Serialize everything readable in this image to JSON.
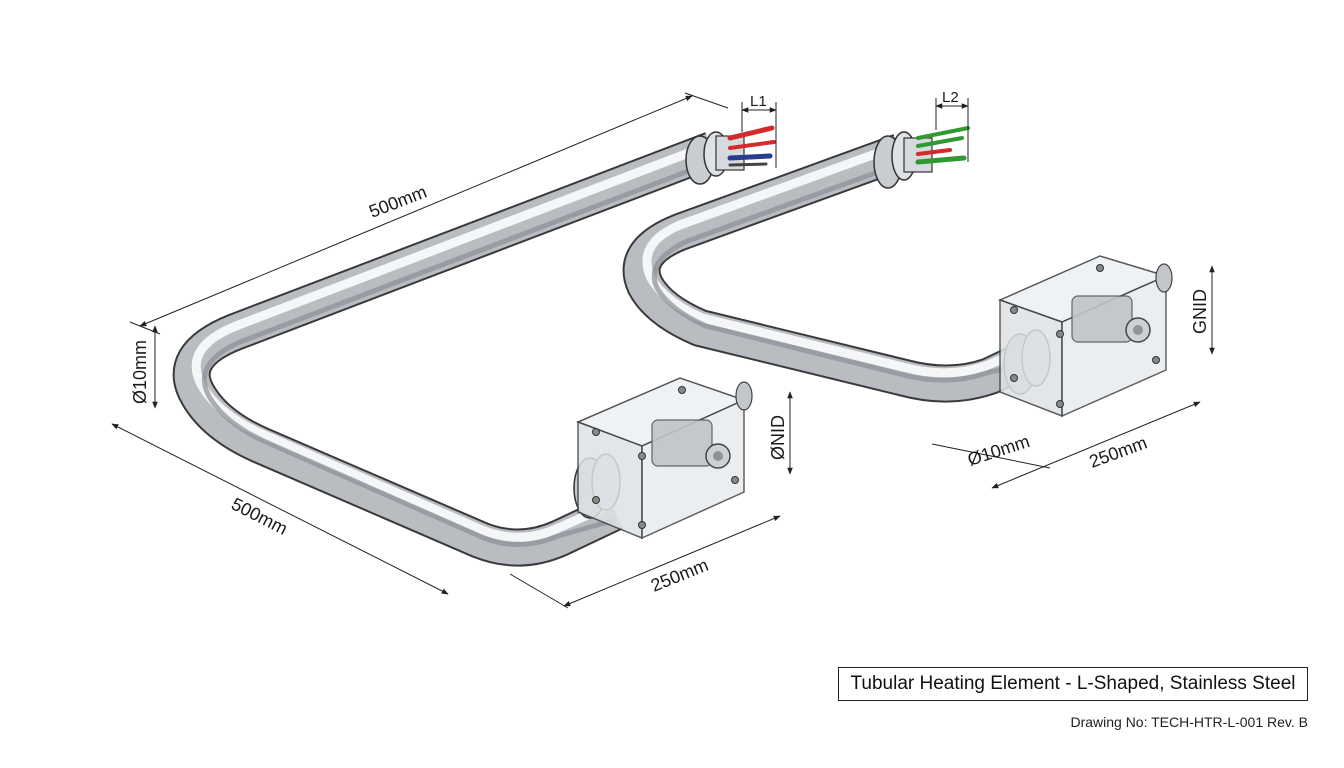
{
  "title_block": {
    "title": "Tubular Heating Element - L-Shaped, Stainless Steel",
    "drawing_no": "Drawing No: TECH-HTR-L-001 Rev. B"
  },
  "dimensions": {
    "left_long_top": "500mm",
    "left_long_bottom": "500mm",
    "left_diameter": "Ø10mm",
    "left_short": "250mm",
    "left_gnd": "ØNID",
    "left_lead": "L1",
    "right_lead": "L2",
    "right_gnd": "GNID",
    "right_diameter": "Ø10mm",
    "right_short": "250mm"
  },
  "colors": {
    "tube_light": "#f2f3f5",
    "tube_mid": "#c4c7cc",
    "tube_dark": "#7d8187",
    "outline": "#3a3a3a",
    "wire_red": "#d42a2a",
    "wire_blue": "#2a3c8c",
    "wire_green": "#2f9a32",
    "box_fill": "#e7ebee"
  }
}
